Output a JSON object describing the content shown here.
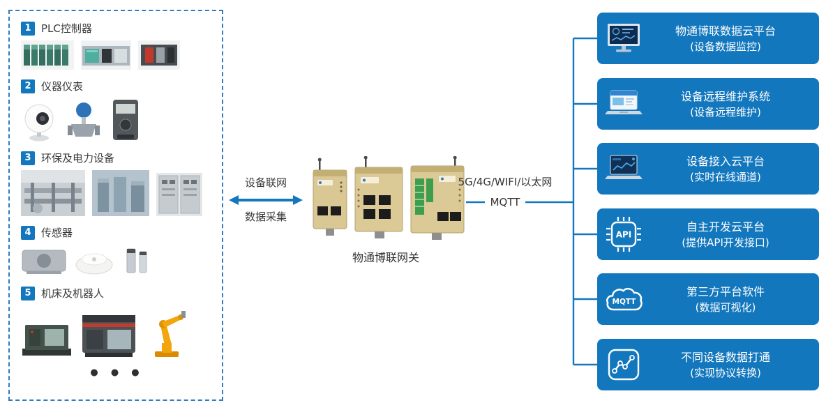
{
  "device_panel": {
    "groups": [
      {
        "num": "1",
        "label": "PLC控制器"
      },
      {
        "num": "2",
        "label": "仪器仪表"
      },
      {
        "num": "3",
        "label": "环保及电力设备"
      },
      {
        "num": "4",
        "label": "传感器"
      },
      {
        "num": "5",
        "label": "机床及机器人"
      }
    ],
    "more_indicator": "● ● ●"
  },
  "link": {
    "arrow_top_label": "设备联网",
    "arrow_bottom_label": "数据采集",
    "gateway_label": "物通博联网关",
    "network_label": "5G/4G/WIFI/以太网",
    "protocol_label": "MQTT"
  },
  "platforms": [
    {
      "title": "物通博联数据云平台",
      "subtitle": "(设备数据监控)",
      "icon": "cloud-dashboard-monitor-icon"
    },
    {
      "title": "设备远程维护系统",
      "subtitle": "(设备远程维护)",
      "icon": "remote-maintenance-laptop-icon"
    },
    {
      "title": "设备接入云平台",
      "subtitle": "(实时在线通道)",
      "icon": "device-access-laptop-icon"
    },
    {
      "title": "自主开发云平台",
      "subtitle": "(提供API开发接口)",
      "icon": "api-chip-icon"
    },
    {
      "title": "第三方平台软件",
      "subtitle": "(数据可视化)",
      "icon": "mqtt-cloud-icon"
    },
    {
      "title": "不同设备数据打通",
      "subtitle": "(实现协议转换)",
      "icon": "data-line-chart-icon"
    }
  ],
  "icon_text": {
    "api": "API",
    "mqtt": "MQTT"
  },
  "colors": {
    "primary_blue": "#1377BE",
    "panel_border_blue": "#2E7CC3",
    "text_dark": "#3A3A3A"
  }
}
